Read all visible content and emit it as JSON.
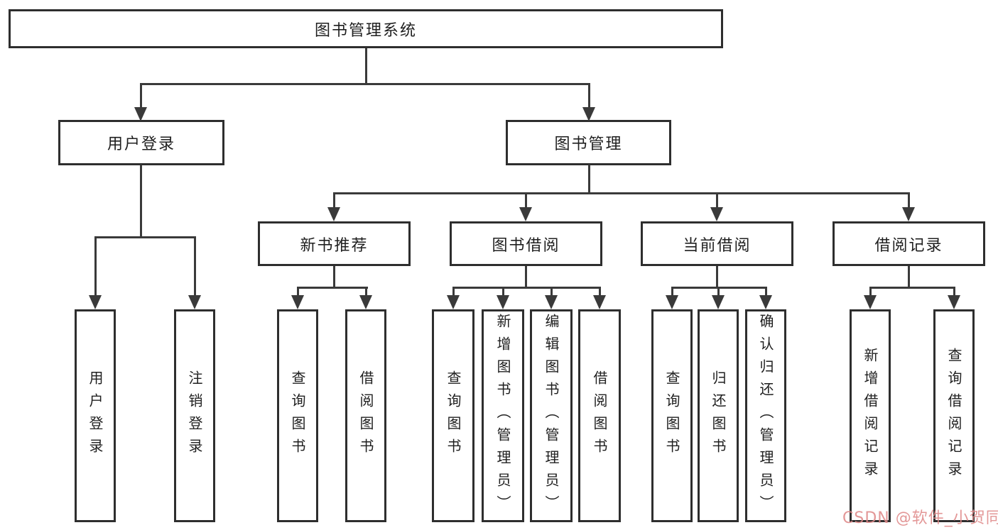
{
  "tree": {
    "label": "图书管理系统",
    "children": [
      {
        "label": "用户登录",
        "children": [
          {
            "label": "用户登录"
          },
          {
            "label": "注销登录"
          }
        ]
      },
      {
        "label": "图书管理",
        "children": [
          {
            "label": "新书推荐",
            "children": [
              {
                "label": "查询图书"
              },
              {
                "label": "借阅图书"
              }
            ]
          },
          {
            "label": "图书借阅",
            "children": [
              {
                "label": "查询图书"
              },
              {
                "label": "新增图书（管理员）"
              },
              {
                "label": "编辑图书（管理员）"
              },
              {
                "label": "借阅图书"
              }
            ]
          },
          {
            "label": "当前借阅",
            "children": [
              {
                "label": "查询图书"
              },
              {
                "label": "归还图书"
              },
              {
                "label": "确认归还（管理员）"
              }
            ]
          },
          {
            "label": "借阅记录",
            "children": [
              {
                "label": "新增借阅记录"
              },
              {
                "label": "查询借阅记录"
              }
            ]
          }
        ]
      }
    ]
  },
  "watermark": {
    "text": "CSDN @软件_小贺同学",
    "color": "rgba(223,137,137,0.88)"
  },
  "colors": {
    "line": "#3a3a3a",
    "box_border": "#2e2e2e",
    "box_fill": "#ffffff",
    "text": "#1f1f1f",
    "background": "#ffffff"
  }
}
